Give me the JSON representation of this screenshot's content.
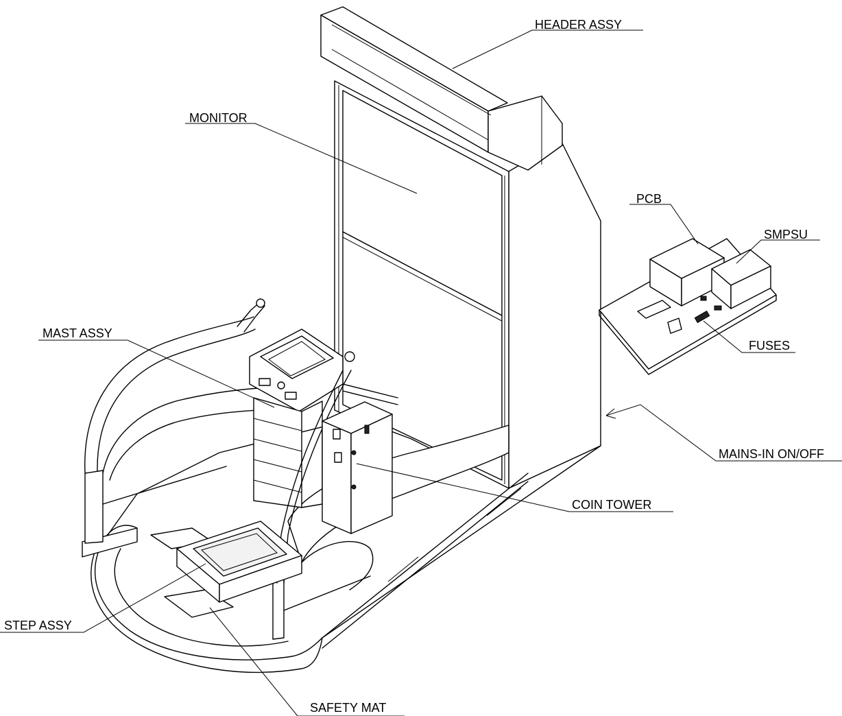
{
  "labels": {
    "header_assy": "HEADER ASSY",
    "monitor": "MONITOR",
    "pcb": "PCB",
    "smpsu": "SMPSU",
    "fuses": "FUSES",
    "mast_assy": "MAST ASSY",
    "mains_in": "MAINS-IN ON/OFF",
    "coin_tower": "COIN TOWER",
    "step_assy": "STEP ASSY",
    "safety_mat": "SAFETY MAT"
  }
}
